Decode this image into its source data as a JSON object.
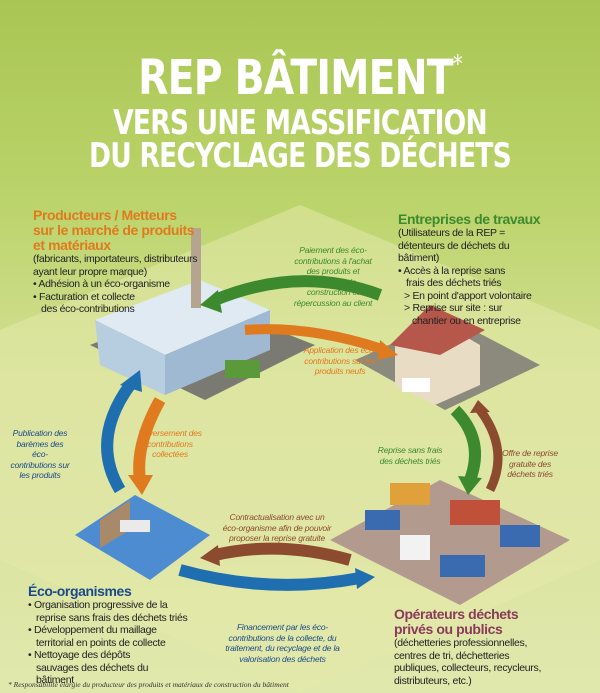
{
  "title": {
    "line1": "REP BÂTIMENT",
    "asterisk": "*",
    "line2": "VERS UNE MASSIFICATION",
    "line3": "DU RECYCLAGE DES DÉCHETS"
  },
  "producteurs": {
    "heading": [
      "Producteurs / Metteurs",
      "sur le marché de produits",
      "et matériaux"
    ],
    "intro": "(fabricants, importateurs, distributeurs ayant leur propre marque)",
    "items": [
      "Adhésion à un éco-organisme",
      "Facturation et collecte des éco-contributions"
    ]
  },
  "entreprises": {
    "heading": "Entreprises de travaux",
    "intro": "(Utilisateurs de la REP = détenteurs de déchets du bâtiment)",
    "items": [
      "Accès à la reprise sans frais des déchets triés"
    ],
    "subitems": [
      "> En point d'apport volontaire",
      "> Reprise sur site : sur chantier ou en entreprise"
    ]
  },
  "eco": {
    "heading": "Éco-organismes",
    "items": [
      "Organisation progressive de la reprise sans frais des déchets triés",
      "Développement du maillage territorial en points de collecte",
      "Nettoyage des dépôts sauvages des déchets du bâtiment"
    ]
  },
  "operateurs": {
    "heading": [
      "Opérateurs déchets",
      "privés ou publics"
    ],
    "intro": "(déchetteries professionnelles, centres de tri, déchetteries publiques, collecteurs, recycleurs, distributeurs, etc.)"
  },
  "flows": {
    "paiement": "Paiement des éco-contributions à l'achat des produits et matériaux de construction et répercussion au client",
    "application": "Application des éco-contributions sur les produits neufs",
    "publication": "Publication des barèmes des éco-contributions sur les produits",
    "reversement": "Reversement des contributions collectées",
    "reprise": "Reprise sans frais des déchets triés",
    "offre": "Offre de reprise gratuite des déchets triés",
    "contractualisation": "Contractualisation avec un éco-organisme afin de pouvoir proposer la reprise gratuite",
    "financement": "Financement par les éco-contributions de la collecte, du traitement, du recyclage et de la valorisation des déchets"
  },
  "footnote": "* Responsabilité élargie du producteur des produits et matériaux de construction du bâtiment",
  "colors": {
    "orange": "#e07a1f",
    "green": "#3d8a2e",
    "blue": "#1f6fb0",
    "brown": "#8c4a2f",
    "navy": "#1a4a8a"
  }
}
